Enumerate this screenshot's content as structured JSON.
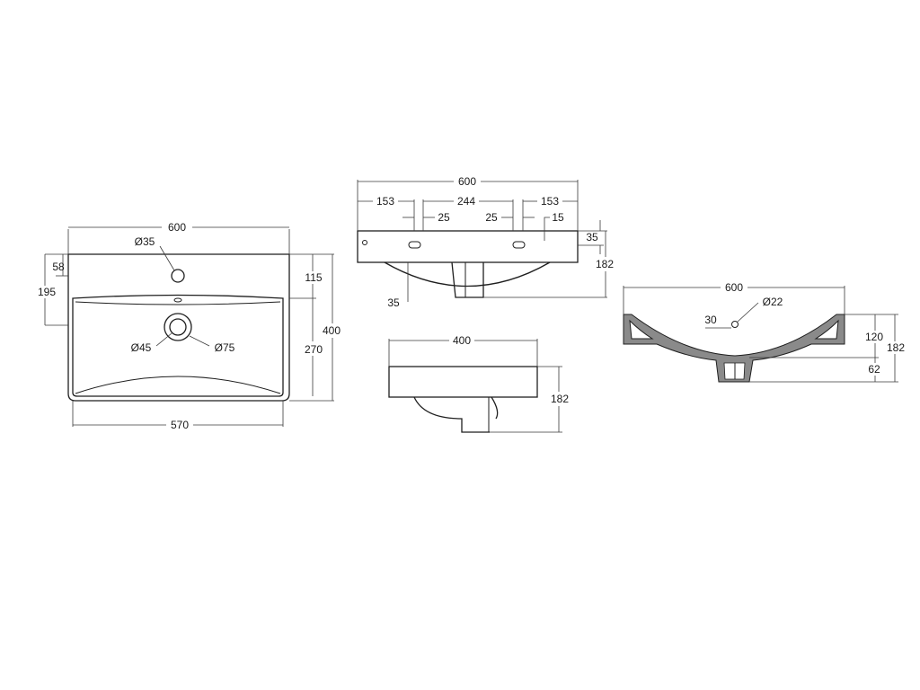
{
  "top_view": {
    "width_overall": "600",
    "tap_hole": "Ø35",
    "tap_hole_offset": "58",
    "bowl_start": "195",
    "depth_to_bowl": "115",
    "depth_overall": "400",
    "bowl_depth": "270",
    "waste_inner": "Ø45",
    "waste_outer": "Ø75",
    "bowl_width": "570"
  },
  "front_view": {
    "width_overall": "600",
    "seg_left": "153",
    "seg_mid": "244",
    "seg_right": "153",
    "slot_left": "25",
    "slot_right": "25",
    "slot_height": "15",
    "rim_height": "35",
    "height_overall": "182",
    "bottom_offset": "35"
  },
  "side_view": {
    "width": "400",
    "height": "182"
  },
  "section_view": {
    "width": "600",
    "overflow_hole": "Ø22",
    "overflow_offset": "30",
    "bowl_height": "120",
    "height_overall": "182",
    "waste_height": "62"
  }
}
